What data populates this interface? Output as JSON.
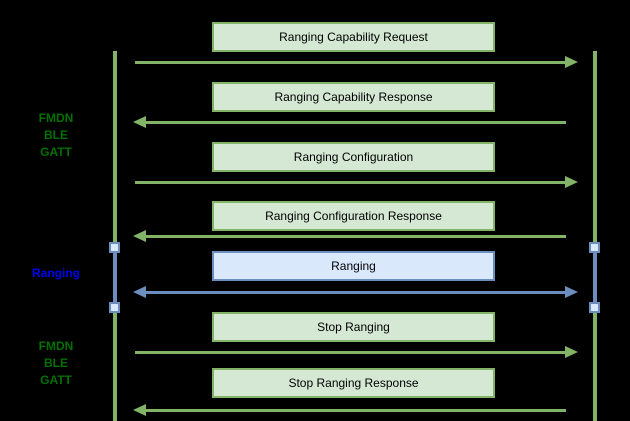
{
  "diagram": {
    "type": "sequence-diagram",
    "colors": {
      "background": "#000000",
      "green_line": "#82b366",
      "green_fill": "#d5e8d4",
      "blue_line": "#6c8ebf",
      "blue_fill": "#dae8fc",
      "green_label_text": "#007000",
      "blue_label_text": "#0000ee",
      "box_text": "#000000"
    },
    "side_labels": [
      {
        "lines": [
          "FMDN",
          "BLE",
          "GATT"
        ],
        "color_role": "green"
      },
      {
        "lines": [
          "Ranging"
        ],
        "color_role": "blue"
      },
      {
        "lines": [
          "FMDN",
          "BLE",
          "GATT"
        ],
        "color_role": "green"
      }
    ],
    "messages": [
      {
        "label": "Ranging Capability Request",
        "direction": "right",
        "color_role": "green"
      },
      {
        "label": "Ranging Capability Response",
        "direction": "left",
        "color_role": "green"
      },
      {
        "label": "Ranging Configuration",
        "direction": "right",
        "color_role": "green"
      },
      {
        "label": "Ranging Configuration Response",
        "direction": "left",
        "color_role": "green"
      },
      {
        "label": "Ranging",
        "direction": "both",
        "color_role": "blue"
      },
      {
        "label": "Stop Ranging",
        "direction": "right",
        "color_role": "green"
      },
      {
        "label": "Stop Ranging Response",
        "direction": "left",
        "color_role": "green"
      }
    ]
  }
}
